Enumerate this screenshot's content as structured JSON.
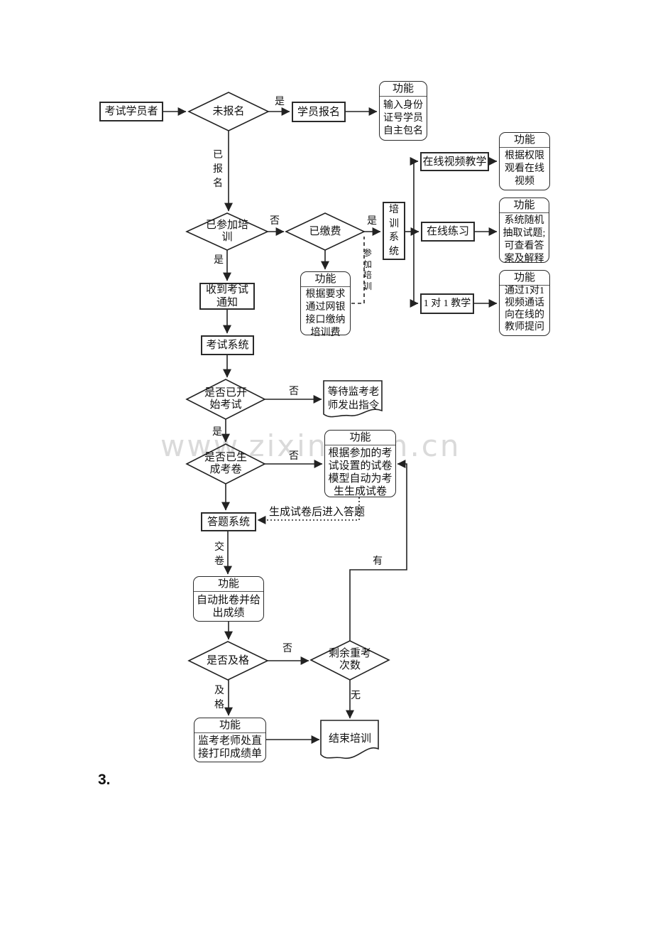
{
  "watermark": "www.zixin.com.cn",
  "section_number": "3.",
  "func_title": "功能",
  "nodes": {
    "examinee": "考试学员者",
    "not_registered": "未报名",
    "register": "学员报名",
    "func_register_body": "输入身份证号学员自主包名",
    "joined_training": "已参加培训",
    "paid": "已缴费",
    "training_system": "培训系统",
    "func_pay_body": "根据要求通过网银接口缴纳培训费",
    "online_video": "在线视频教学",
    "func_video_body": "根据权限观看在线视频",
    "online_practice": "在线练习",
    "func_practice_body": "系统随机抽取试题;可查看答案及解释",
    "one_on_one": "1 对 1 教学",
    "func_one_on_one_body": "通过1对1视频通话向在线的教师提问",
    "exam_notice": "收到考试通知",
    "exam_system": "考试系统",
    "exam_started": "是否已开始考试",
    "wait_teacher": "等待监考老师发出指令",
    "paper_generated": "是否已生成考卷",
    "func_generate_body": "根据参加的考试设置的试卷模型自动为考生生成试卷",
    "answer_system": "答题系统",
    "func_grade_body": "自动批卷并给出成绩",
    "passed": "是否及格",
    "retry_times": "剩余重考次数",
    "func_print_body": "监考老师处直接打印成绩单",
    "end_training": "结束培训"
  },
  "edge_labels": {
    "yes1": "是",
    "yes2": "是",
    "yes3": "是",
    "yes4": "是",
    "no1": "否",
    "no2": "否",
    "no3": "否",
    "no4": "否",
    "registered": "已报名",
    "join_training": "参加培训",
    "enter_answering": "生成试卷后进入答题",
    "submit_paper": "交卷",
    "has": "有",
    "none": "无",
    "pass": "及格"
  }
}
